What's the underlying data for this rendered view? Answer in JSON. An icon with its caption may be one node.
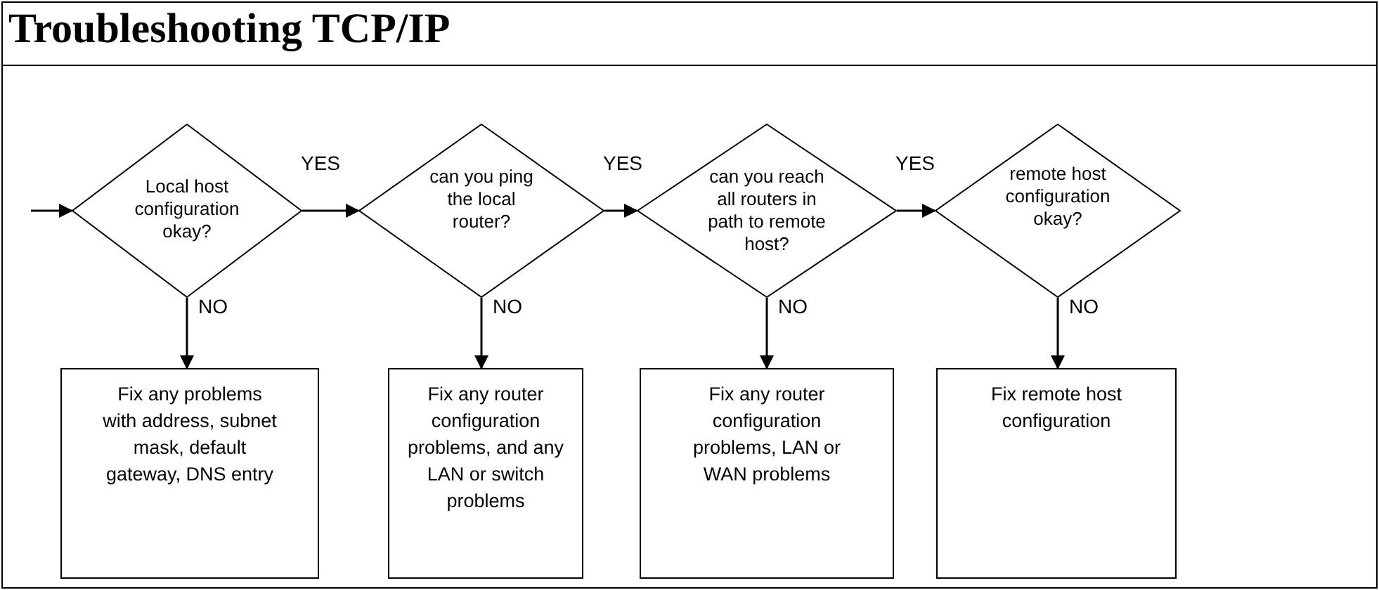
{
  "diagram": {
    "title": "Troubleshooting TCP/IP",
    "nodes": [
      {
        "text": [
          "Local host configuration okay?"
        ]
      },
      {
        "text": [
          "can you ping the local router?"
        ]
      },
      {
        "text": [
          "can you reach all routers in path to remote host?"
        ]
      },
      {
        "text": [
          "remote host configuration okay?"
        ]
      },
      {
        "text": [
          "Fix any problems with address, subnet mask, default gateway, DNS entry"
        ]
      },
      {
        "text": [
          "Fix any router configuration problems, and any LAN or switch problems"
        ]
      },
      {
        "text": [
          "Fix any router configuration problems, LAN or WAN problems"
        ]
      },
      {
        "text": [
          "Fix remote host configuration"
        ]
      }
    ],
    "edges": [
      {
        "from": null,
        "to": 0,
        "arrow": "to"
      },
      {
        "from": 0,
        "to": 1,
        "arrow": "to",
        "label": "YES"
      },
      {
        "from": 1,
        "to": 2,
        "arrow": "to",
        "label": "YES"
      },
      {
        "from": 2,
        "to": 3,
        "arrow": "to",
        "label": "YES"
      },
      {
        "from": 0,
        "to": 4,
        "arrow": "to",
        "label": "NO"
      },
      {
        "from": 1,
        "to": 5,
        "arrow": "to",
        "label": "NO"
      },
      {
        "from": 2,
        "to": 6,
        "arrow": "to",
        "label": "NO"
      },
      {
        "from": 3,
        "to": 7,
        "arrow": "to",
        "label": "NO"
      }
    ]
  }
}
